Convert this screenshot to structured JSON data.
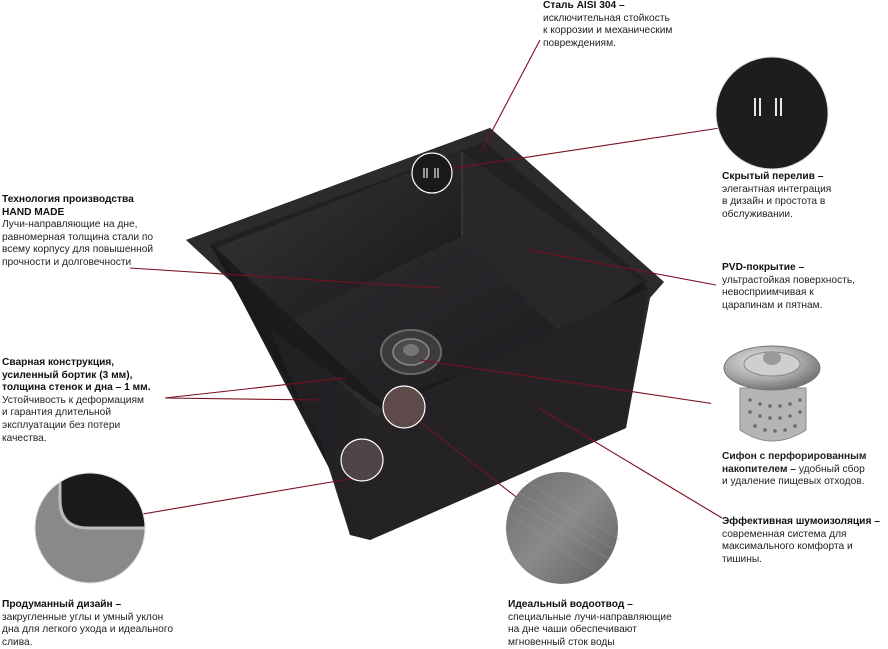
{
  "captions": {
    "steel": {
      "title": "Сталь AISI 304 –",
      "text": "исключительная стойкость\nк коррозии и механическим\nповреждениям."
    },
    "overflow": {
      "title": "Скрытый перелив –",
      "text": "элегантная интеграция\nв дизайн и простота в\nобслуживании."
    },
    "pvd": {
      "title": "PVD-покрытие –",
      "text": "ультрастойкая поверхность,\nневосприимчивая к\nцарапинам и пятнам."
    },
    "handmade": {
      "title": "Технология производства\nHAND MADE",
      "text": "Лучи-направляющие на дне,\nравномерная толщина стали по\nвсему корпусу для повышенной\nпрочности и долговечности"
    },
    "welded": {
      "title": "Сварная конструкция,\nусиленный бортик (3 мм),\nтолщина стенок и дна – 1 мм.",
      "text": "Устойчивость к деформациям\nи гарантия длительной\nэксплуатации без потери\nкачества."
    },
    "siphon": {
      "title": "Сифон с перфорированным\nнакопителем –",
      "text": " удобный сбор\nи удаление пищевых отходов."
    },
    "noise": {
      "title": "Эффективная шумоизоляция –",
      "text": "современная система для\nмаксимального комфорта и\nтишины."
    },
    "design": {
      "title": "Продуманный дизайн –",
      "text": "закругленные углы и умный уклон\nдна для легкого ухода и идеального\nслива."
    },
    "drain": {
      "title": "Идеальный водоотвод –",
      "text": "специальные лучи-направляющие\nна дне чаши обеспечивают\nмгновенный сток воды"
    }
  },
  "colors": {
    "leader": "#7a1020",
    "sink_dark": "#1c1b1d",
    "sink_mid": "#2d2b2e",
    "rim": "#3a383b"
  },
  "icons": [
    "hidden-overflow-icon",
    "siphon-strainer-icon",
    "corner-detail-icon",
    "brushed-texture-icon"
  ]
}
